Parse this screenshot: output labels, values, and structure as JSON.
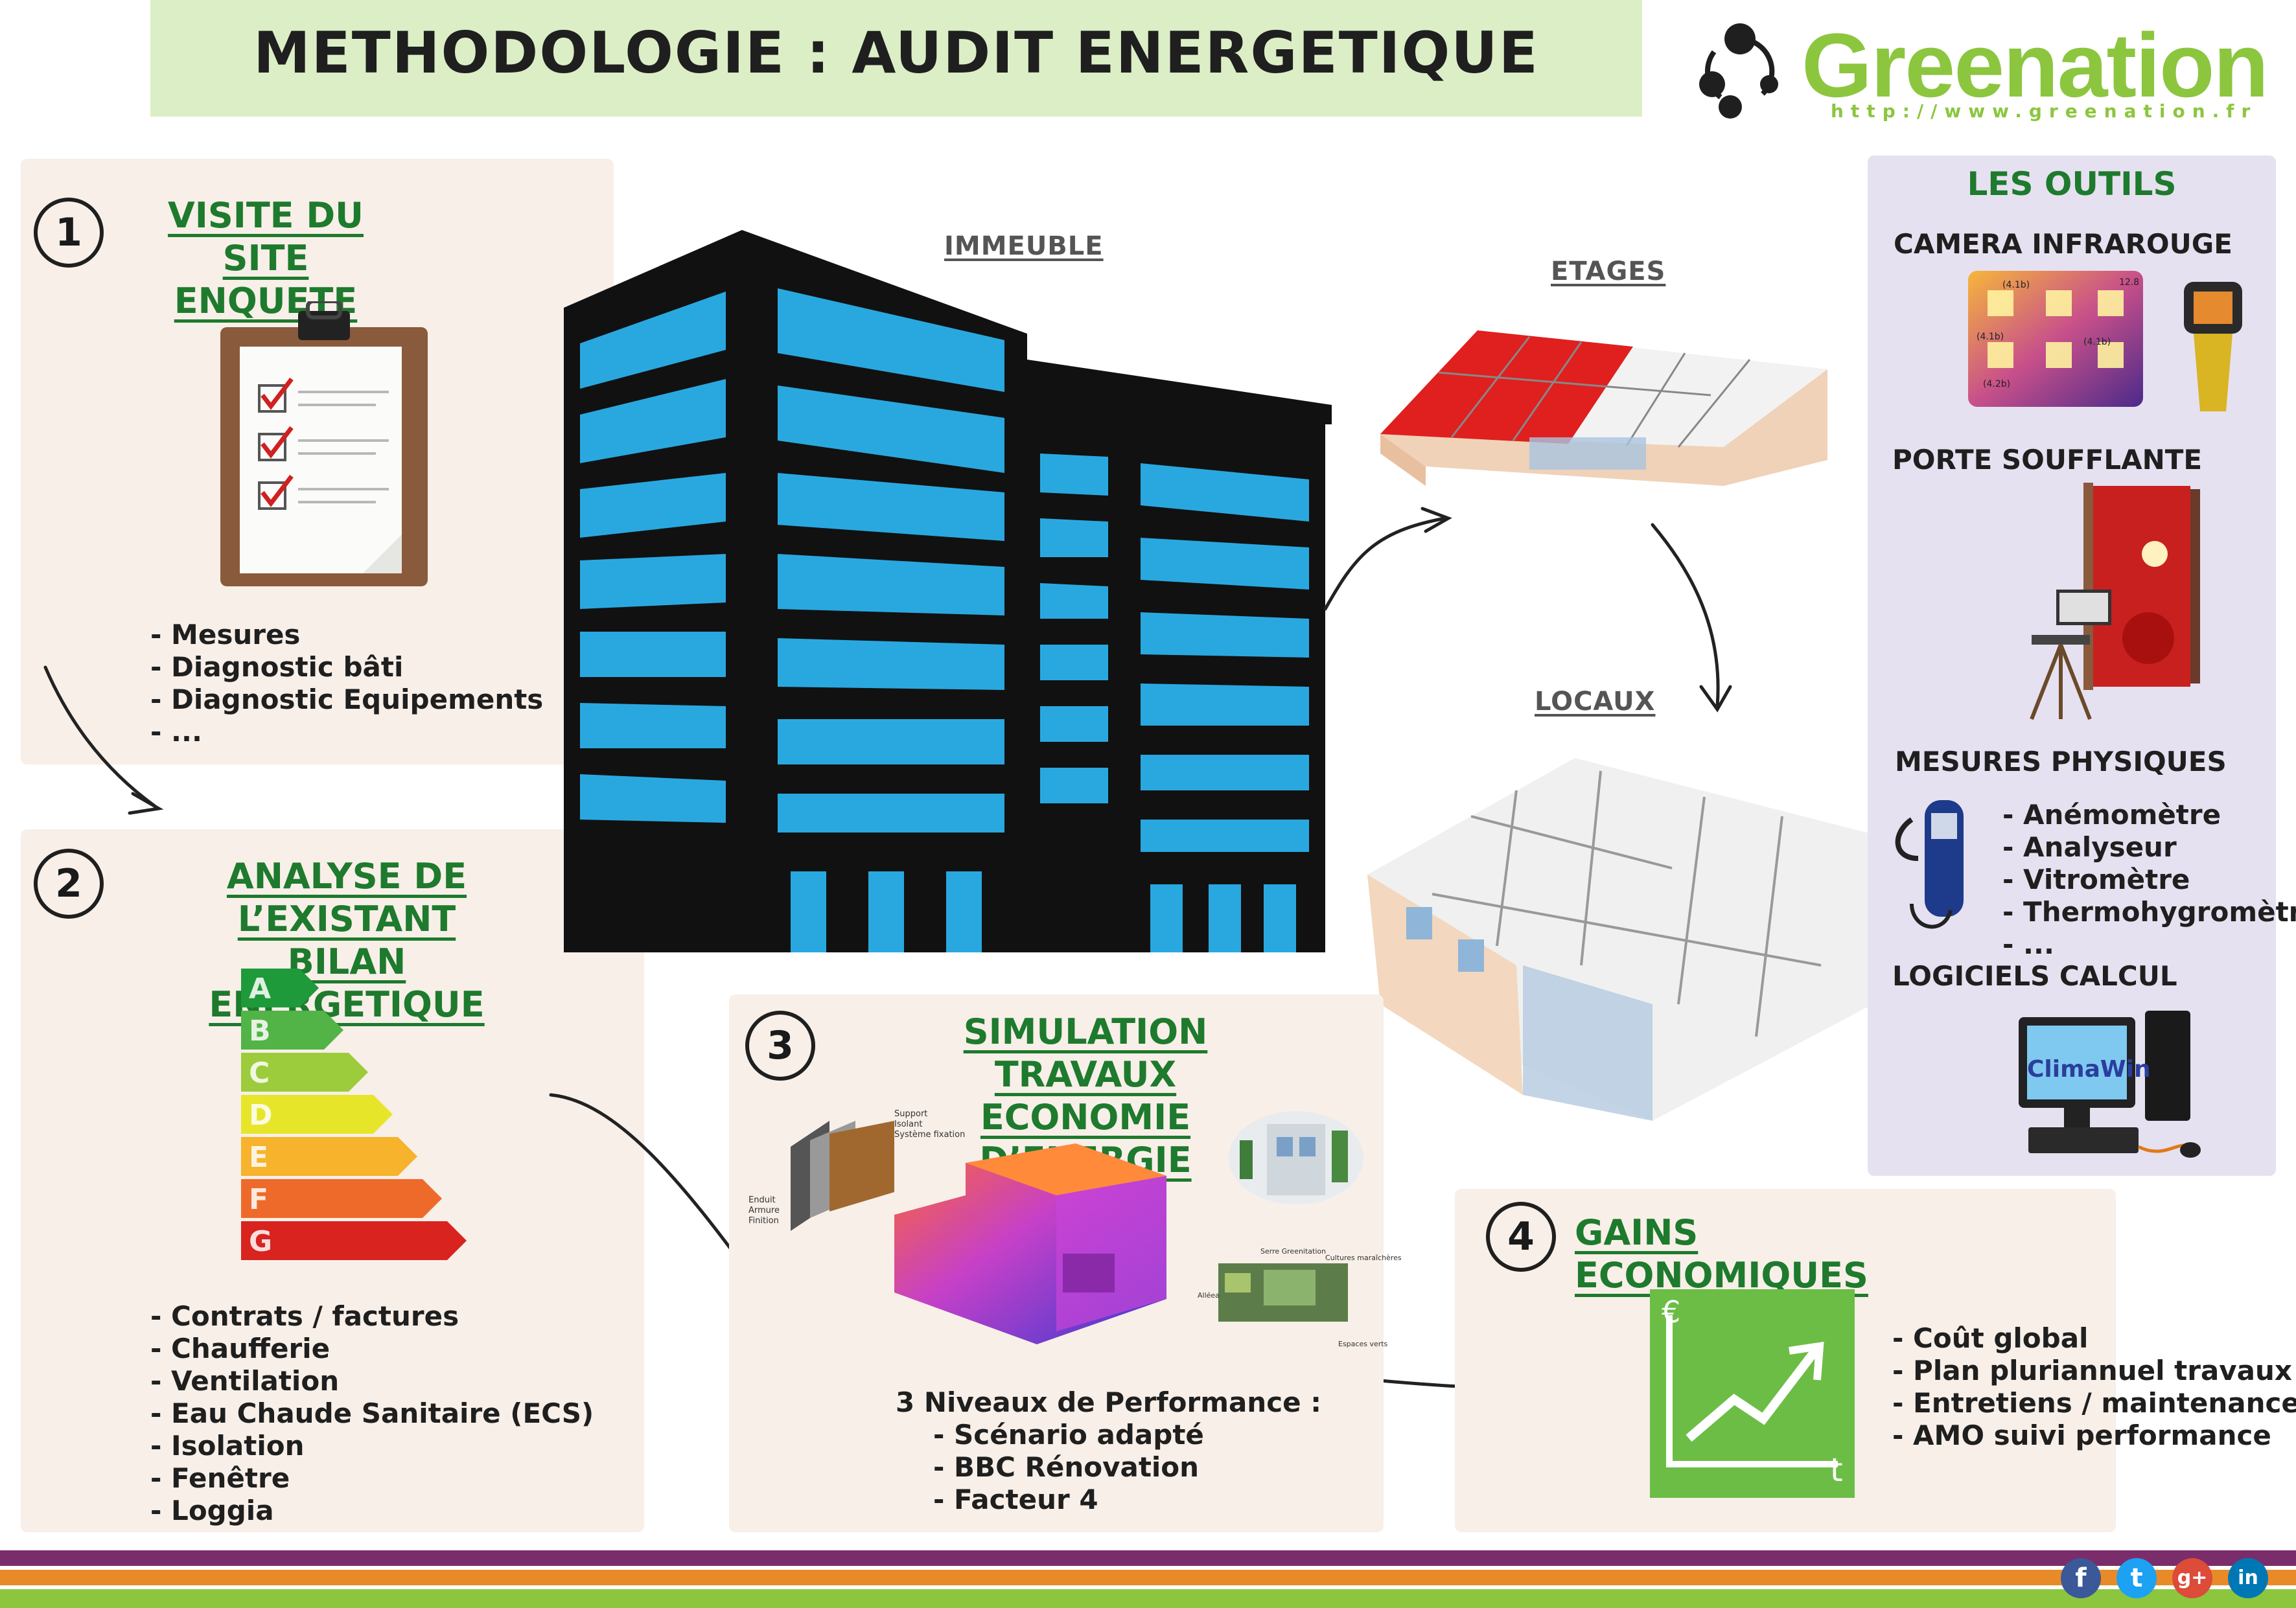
{
  "title": "METHODOLOGIE : AUDIT ENERGETIQUE",
  "brand": {
    "name": "Greenation",
    "url": "http://www.greenation.fr",
    "color": "#8cc63f"
  },
  "colors": {
    "section_title": "#1e7a2d",
    "panel_bg": "#f7efe8",
    "tools_bg": "#e6e1f0",
    "window_blue": "#29a8e0",
    "building": "#111111"
  },
  "building_labels": {
    "immeuble": "IMMEUBLE",
    "etages": "ETAGES",
    "locaux": "LOCAUX"
  },
  "step1": {
    "number": "1",
    "title_line1": "VISITE DU SITE",
    "title_line2": "ENQUETE",
    "icon": "clipboard-checklist-icon",
    "bullets": [
      "- Mesures",
      "- Diagnostic bâti",
      "- Diagnostic Equipements",
      "- ..."
    ]
  },
  "step2": {
    "number": "2",
    "title_line1": "ANALYSE DE L’EXISTANT",
    "title_line2": "BILAN ENERGETIQUE",
    "energy_classes": [
      "A",
      "B",
      "C",
      "D",
      "E",
      "F",
      "G"
    ],
    "bullets": [
      "- Contrats / factures",
      "- Chaufferie",
      "- Ventilation",
      "- Eau Chaude Sanitaire (ECS)",
      "- Isolation",
      "- Fenêtre",
      "- Loggia"
    ]
  },
  "step3": {
    "number": "3",
    "title_line1": "SIMULATION TRAVAUX",
    "title_line2": "ECONOMIE D’ENERGIE",
    "wall_layers_right": [
      "Support",
      "Isolant",
      "Système fixation"
    ],
    "wall_layers_left": [
      "Enduit",
      "Armure",
      "Finition"
    ],
    "roof_labels": [
      "Serre Greenitation",
      "Cultures maraîchères",
      "Alléea",
      "Espaces verts"
    ],
    "perf_heading": "3 Niveaux de Performance :",
    "perf_items": [
      "- Scénario adapté",
      "- BBC Rénovation",
      "- Facteur 4"
    ]
  },
  "step4": {
    "number": "4",
    "title": "GAINS ECONOMIQUES",
    "chart_euro": "€",
    "chart_t": "t",
    "bullets": [
      "- Coût global",
      "- Plan pluriannuel travaux",
      "- Entretiens / maintenance",
      "- AMO suivi performance"
    ]
  },
  "tools": {
    "title": "LES OUTILS",
    "camera": "CAMERA INFRAROUGE",
    "thermal_labels": [
      "(4.1b)",
      "(4.1b)",
      "(4.1b)",
      "(4.2b)",
      "12.8"
    ],
    "door": "PORTE SOUFFLANTE",
    "mesures": "MESURES PHYSIQUES",
    "mesures_items": [
      "- Anémomètre",
      "- Analyseur",
      "- Vitromètre",
      "- Thermohygromètre",
      "- ..."
    ],
    "logiciels": "LOGICIELS CALCUL",
    "software_name": "ClimaWin"
  },
  "social": [
    {
      "name": "facebook-icon",
      "glyph": "f",
      "color": "#3b5998"
    },
    {
      "name": "twitter-icon",
      "glyph": "t",
      "color": "#1da1f2"
    },
    {
      "name": "google-plus-icon",
      "glyph": "g+",
      "color": "#dd4b39"
    },
    {
      "name": "linkedin-icon",
      "glyph": "in",
      "color": "#0077b5"
    }
  ]
}
